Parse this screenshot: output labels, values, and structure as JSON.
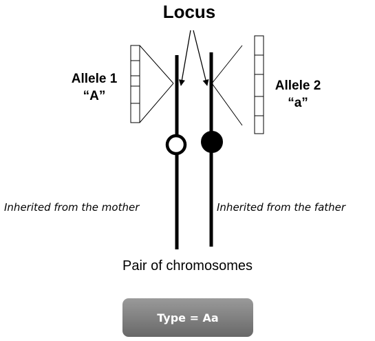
{
  "labels": {
    "locus": "Locus",
    "allele1_name": "Allele 1",
    "allele1_symbol": "“A”",
    "allele2_name": "Allele 2",
    "allele2_symbol": "“a”",
    "inherited_mother": "Inherited from the mother",
    "inherited_father": "Inherited from the father",
    "pair_caption": "Pair of chromosomes",
    "genotype": "Type = Aa"
  },
  "colors": {
    "line": "#000000",
    "centromere_mother": "#ffffff",
    "centromere_father": "#000000",
    "type_box_top": "#9a9a9a",
    "type_box_bottom": "#686868"
  }
}
